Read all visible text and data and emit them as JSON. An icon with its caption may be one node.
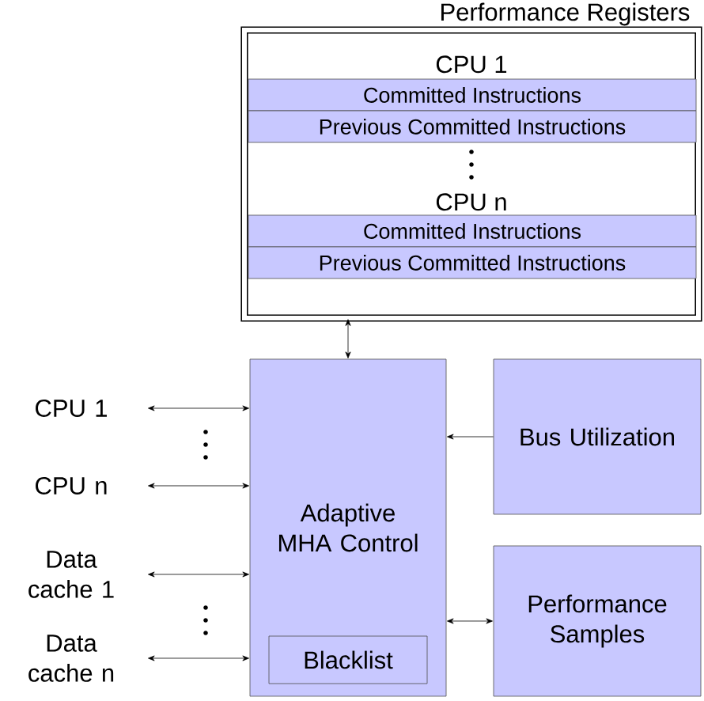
{
  "diagram": {
    "nodes": [
      {
        "text": [
          "Performance Registers",
          "CPU 1",
          "CPU n"
        ]
      },
      {
        "text": [
          "Committed Instructions"
        ],
        "in": 0
      },
      {
        "text": [
          "Previous Committed Instructions"
        ],
        "in": 0
      },
      {
        "text": [
          "Committed Instructions"
        ],
        "in": 0
      },
      {
        "text": [
          "Previous Committed Instructions"
        ],
        "in": 0
      },
      {
        "text": [
          "CPU 1"
        ]
      },
      {
        "text": [
          "CPU n"
        ]
      },
      {
        "text": [
          "Data cache 1"
        ]
      },
      {
        "text": [
          "Data cache n"
        ]
      },
      {
        "text": [
          "Adaptive MHA Control"
        ]
      },
      {
        "text": [
          "Blacklist"
        ],
        "in": 9
      },
      {
        "text": [
          "Bus Utilization"
        ]
      },
      {
        "text": [
          "Performance Samples"
        ]
      }
    ],
    "edges": [
      {
        "from": 0,
        "to": 9,
        "arrow": "both"
      },
      {
        "from": 5,
        "to": 9,
        "arrow": "both"
      },
      {
        "from": 6,
        "to": 9,
        "arrow": "both"
      },
      {
        "from": 7,
        "to": 9,
        "arrow": "both"
      },
      {
        "from": 8,
        "to": 9,
        "arrow": "both"
      },
      {
        "from": 11,
        "to": 9,
        "arrow": "to"
      },
      {
        "from": 9,
        "to": 12,
        "arrow": "both"
      }
    ]
  }
}
